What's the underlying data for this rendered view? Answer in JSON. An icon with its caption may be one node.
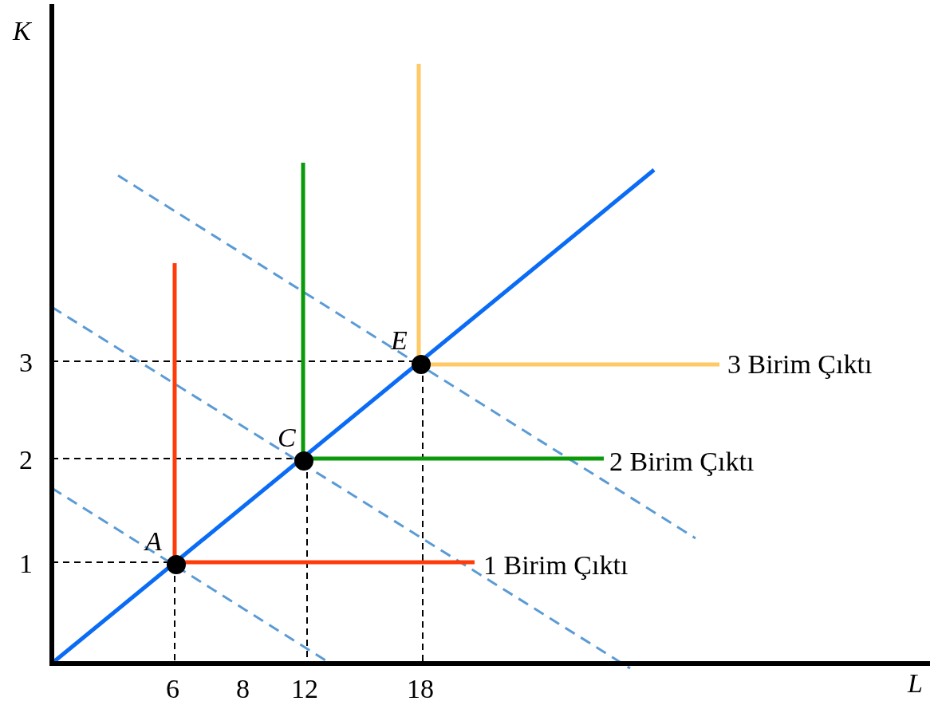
{
  "diagram": {
    "labels": [
      "K",
      "E",
      "3",
      "3 Birim Çıktı",
      "C",
      "2",
      "2 Birim Çıktı",
      "A",
      "1",
      "1 Birim Çıktı",
      "6",
      "8",
      "12",
      "18",
      "L"
    ]
  }
}
